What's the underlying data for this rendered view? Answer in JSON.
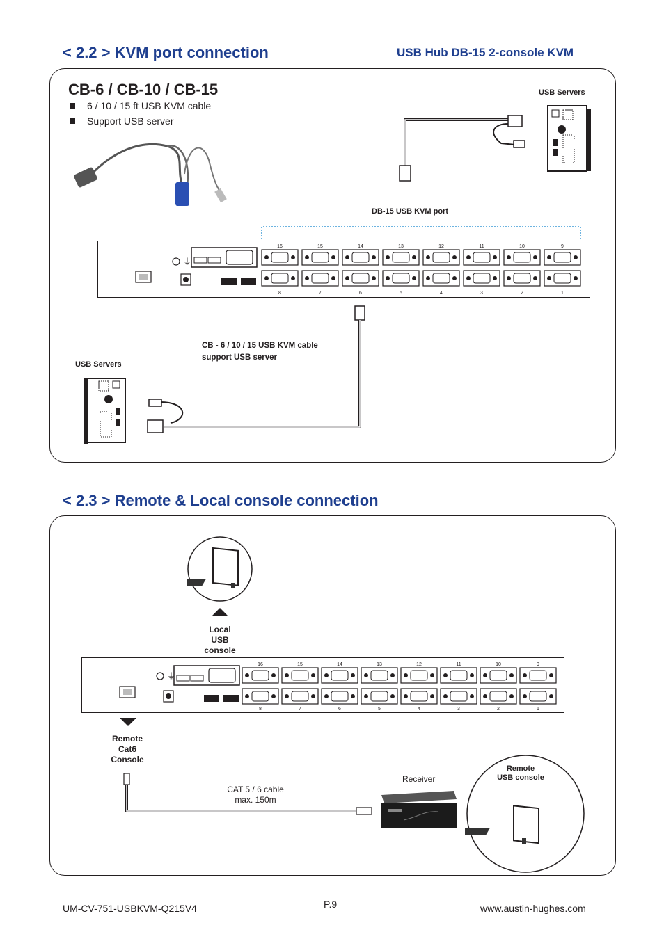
{
  "section1": {
    "heading": "< 2.2 > KVM port connection",
    "subheading": "USB Hub  DB-15 2-console KVM",
    "cable_title": "CB-6 / CB-10 / CB-15",
    "bullets": [
      "6 / 10 / 15 ft USB KVM cable",
      "Support USB server"
    ],
    "usb_servers_top": "USB Servers",
    "port_label": "DB-15 USB KVM port",
    "cable_label_line1": "CB - 6 / 10 / 15 USB KVM cable",
    "cable_label_line2": "support USB server",
    "usb_servers_bottom": "USB Servers",
    "top_port_numbers": [
      "16",
      "15",
      "14",
      "13",
      "12",
      "11",
      "10",
      "9"
    ],
    "bottom_port_numbers": [
      "8",
      "7",
      "6",
      "5",
      "4",
      "3",
      "2",
      "1"
    ]
  },
  "section2": {
    "heading": "< 2.3 > Remote & Local console connection",
    "local_console": [
      "Local",
      "USB",
      "console"
    ],
    "remote_console": [
      "Remote",
      "Cat6",
      "Console"
    ],
    "cable_line1": "CAT 5 / 6 cable",
    "cable_line2": "max. 150m",
    "receiver": "Receiver",
    "remote_usb_console": [
      "Remote",
      "USB console"
    ],
    "top_port_numbers": [
      "16",
      "15",
      "14",
      "13",
      "12",
      "11",
      "10",
      "9"
    ],
    "bottom_port_numbers": [
      "8",
      "7",
      "6",
      "5",
      "4",
      "3",
      "2",
      "1"
    ]
  },
  "footer": {
    "doc_id": "UM-CV-751-USBKVM-Q215V4",
    "page": "P.9",
    "website": "www.austin-hughes.com"
  },
  "colors": {
    "heading": "#1f3f8f",
    "dotted_line": "#3b9ad6",
    "ink": "#231f20"
  }
}
